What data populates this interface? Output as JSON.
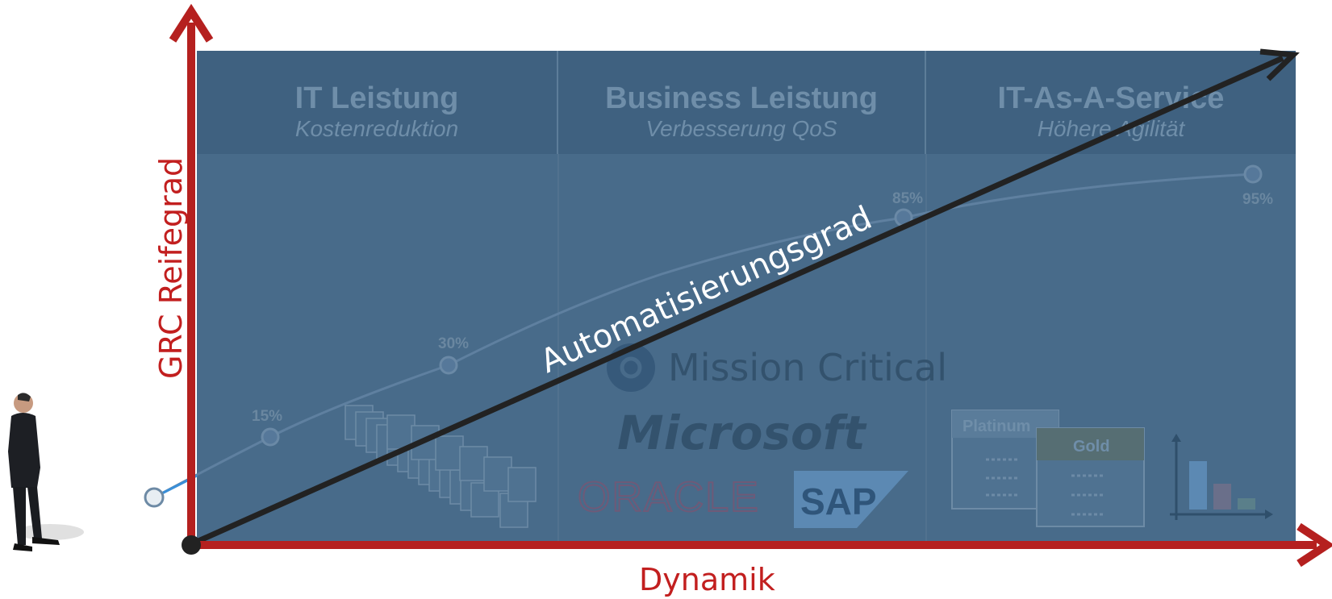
{
  "diagram": {
    "y_axis_label": "GRC Reifegrad",
    "x_axis_label": "Dynamik",
    "diagonal_label": "Automatisierungsgrad",
    "columns": [
      {
        "title": "IT Leistung",
        "subtitle": "Kostenreduktion"
      },
      {
        "title": "Business Leistung",
        "subtitle": "Verbesserung QoS"
      },
      {
        "title": "IT-As-A-Service",
        "subtitle": "Höhere Agilität"
      }
    ],
    "maturity_curve": {
      "points": [
        "15%",
        "30%",
        "85%",
        "95%"
      ]
    },
    "logos": {
      "mission_critical": "Mission Critical",
      "microsoft": "Microsoft",
      "oracle": "ORACLE",
      "sap": "SAP"
    },
    "service_tiers": {
      "platinum": "Platinum",
      "gold": "Gold"
    },
    "colors": {
      "axis": "#b5201f",
      "panel": "#486b8a",
      "diagonal": "#222222"
    }
  }
}
